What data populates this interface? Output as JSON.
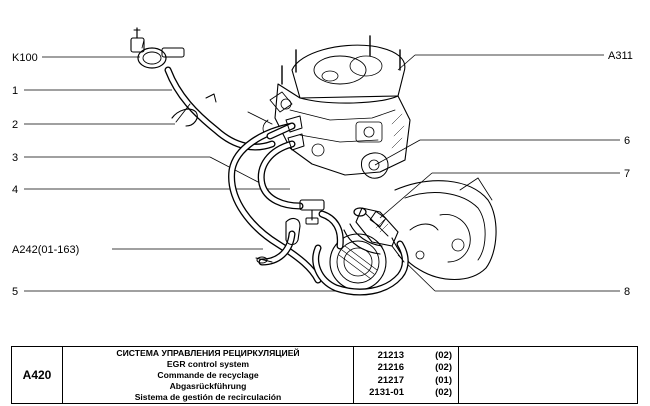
{
  "callouts": {
    "k100": "K100",
    "n1": "1",
    "n2": "2",
    "n3": "3",
    "n4": "4",
    "a242": "A242(01-163)",
    "n5": "5",
    "a311": "A311",
    "n6": "6",
    "n7": "7",
    "n8": "8"
  },
  "footer": {
    "code": "A420",
    "title_ru": "СИСТЕМА УПРАВЛЕНИЯ РЕЦИРКУЛЯЦИЕЙ",
    "title_en": "EGR control system",
    "title_fr": "Commande de recyclage",
    "title_de": "Abgasrückführung",
    "title_es": "Sistema de gestión de recirculación",
    "models": [
      {
        "model": "21213",
        "variant": "(02)"
      },
      {
        "model": "21216",
        "variant": "(02)"
      },
      {
        "model": "21217",
        "variant": "(01)"
      },
      {
        "model": "2131-01",
        "variant": "(02)"
      }
    ]
  }
}
